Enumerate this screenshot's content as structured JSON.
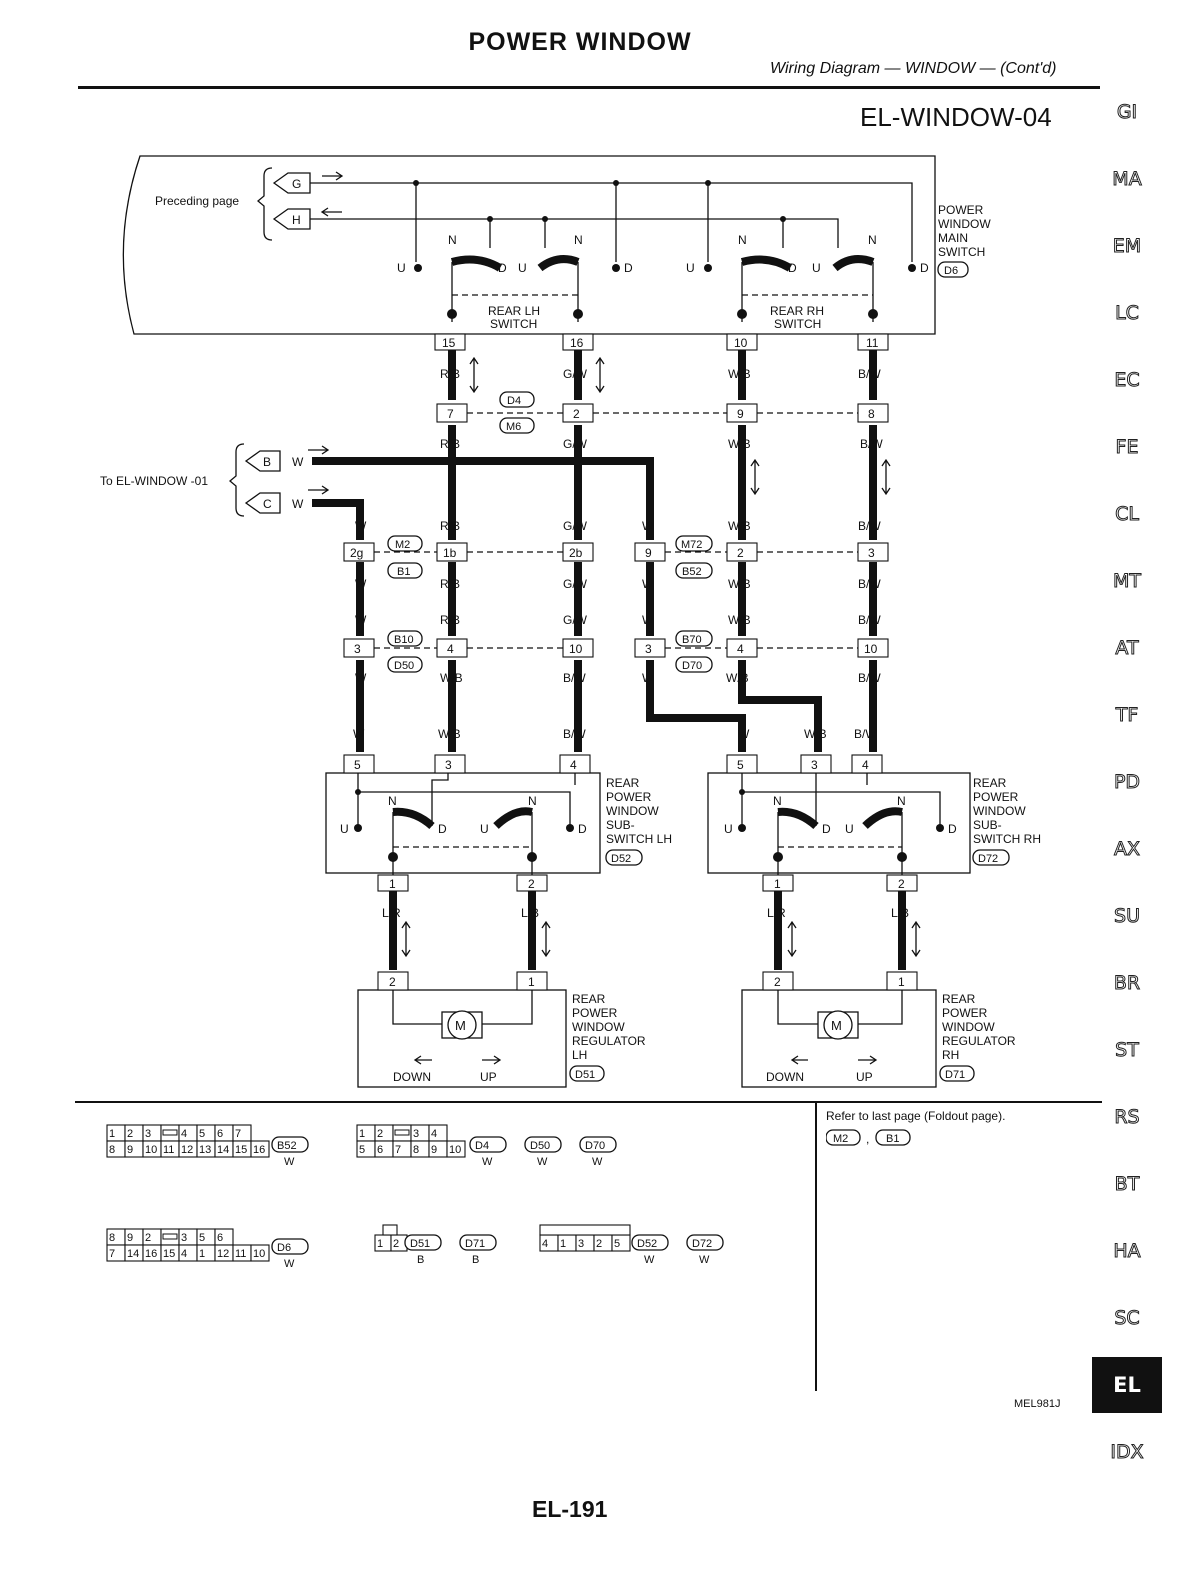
{
  "header": {
    "title": "POWER WINDOW",
    "subtitle": "Wiring Diagram — WINDOW — (Cont'd)",
    "diagram_id": "EL-WINDOW-04"
  },
  "sidebar": {
    "tabs": [
      "GI",
      "MA",
      "EM",
      "LC",
      "EC",
      "FE",
      "CL",
      "MT",
      "AT",
      "TF",
      "PD",
      "AX",
      "SU",
      "BR",
      "ST",
      "RS",
      "BT",
      "HA",
      "SC",
      "EL",
      "IDX"
    ],
    "active": "EL"
  },
  "diagram": {
    "preceding_page": "Preceding page",
    "to_ref": "To EL-WINDOW -01",
    "term_g": "G",
    "term_h": "H",
    "term_b": "B",
    "term_c": "C",
    "wire_w": "W",
    "main_switch": {
      "name_lines": [
        "POWER",
        "WINDOW",
        "MAIN",
        "SWITCH"
      ],
      "connector": "D6",
      "rear_lh": [
        "REAR LH",
        "SWITCH"
      ],
      "rear_rh": [
        "REAR RH",
        "SWITCH"
      ],
      "pins": [
        "15",
        "16",
        "10",
        "11"
      ]
    },
    "sw_letters": {
      "u": "U",
      "d": "D",
      "n": "N"
    },
    "row1": {
      "colors_top": [
        "R/B",
        "G/W",
        "W/B",
        "B/W"
      ],
      "pins": [
        "7",
        "2",
        "9",
        "8"
      ],
      "connectors": [
        "D4",
        "M6"
      ],
      "colors_bottom": [
        "R/B",
        "G/W",
        "W/B",
        "B/W"
      ]
    },
    "row2": {
      "colors_top": [
        "W",
        "R/B",
        "G/W",
        "W",
        "W/B",
        "B/W"
      ],
      "pins": [
        "2g",
        "1b",
        "2b",
        "9",
        "2",
        "3"
      ],
      "connectors_left": [
        "M2",
        "B1"
      ],
      "connectors_right": [
        "M72",
        "B52"
      ],
      "colors_bottom": [
        "W",
        "R/B",
        "G/W",
        "W",
        "W/B",
        "B/W"
      ]
    },
    "row3": {
      "colors_top": [
        "W",
        "R/B",
        "G/W",
        "W",
        "W/B",
        "B/W"
      ],
      "pins": [
        "3",
        "4",
        "10",
        "3",
        "4",
        "10"
      ],
      "connectors_left": [
        "B10",
        "D50"
      ],
      "connectors_right": [
        "B70",
        "D70"
      ],
      "colors_bottom": [
        "W",
        "W/B",
        "B/W",
        "W",
        "W/B",
        "B/W"
      ]
    },
    "sub_switch_lh": {
      "wire_colors": [
        "W",
        "W/B",
        "B/W"
      ],
      "pins_top": [
        "5",
        "3",
        "4"
      ],
      "name_lines": [
        "REAR",
        "POWER",
        "WINDOW",
        "SUB-",
        "SWITCH LH"
      ],
      "connector": "D52",
      "pins_bottom": [
        "1",
        "2"
      ],
      "out_colors": [
        "L/R",
        "L/B"
      ]
    },
    "sub_switch_rh": {
      "wire_colors": [
        "W",
        "W/B",
        "B/W"
      ],
      "pins_top": [
        "5",
        "3",
        "4"
      ],
      "name_lines": [
        "REAR",
        "POWER",
        "WINDOW",
        "SUB-",
        "SWITCH RH"
      ],
      "connector": "D72",
      "pins_bottom": [
        "1",
        "2"
      ],
      "out_colors": [
        "L/R",
        "L/B"
      ]
    },
    "regulator_lh": {
      "pins": [
        "2",
        "1"
      ],
      "motor": "M",
      "down": "DOWN",
      "up": "UP",
      "name_lines": [
        "REAR",
        "POWER",
        "WINDOW",
        "REGULATOR",
        "LH"
      ],
      "connector": "D51"
    },
    "regulator_rh": {
      "pins": [
        "2",
        "1"
      ],
      "motor": "M",
      "down": "DOWN",
      "up": "UP",
      "name_lines": [
        "REAR",
        "POWER",
        "WINDOW",
        "REGULATOR",
        "RH"
      ],
      "connector": "D71"
    }
  },
  "connectors_legend": {
    "b52": {
      "row1": [
        "1",
        "2",
        "3",
        "",
        "4",
        "5",
        "6",
        "7"
      ],
      "row2": [
        "8",
        "9",
        "10",
        "11",
        "12",
        "13",
        "14",
        "15",
        "16"
      ],
      "ids": [
        "B52"
      ],
      "colors": [
        "W"
      ]
    },
    "d4": {
      "row1": [
        "1",
        "2",
        "",
        "3",
        "4"
      ],
      "row2": [
        "5",
        "6",
        "7",
        "8",
        "9",
        "10"
      ],
      "ids": [
        "D4",
        "D50",
        "D70"
      ],
      "colors": [
        "W",
        "W",
        "W"
      ]
    },
    "d6": {
      "row1": [
        "8",
        "9",
        "2",
        "",
        "3",
        "5",
        "6"
      ],
      "row2": [
        "7",
        "14",
        "16",
        "15",
        "4",
        "1",
        "12",
        "11",
        "10"
      ],
      "ids": [
        "D6"
      ],
      "colors": [
        "W"
      ]
    },
    "d51": {
      "row1": [
        "1",
        "2"
      ],
      "ids": [
        "D51",
        "D71"
      ],
      "colors": [
        "B",
        "B"
      ]
    },
    "d52": {
      "row1": [
        "4",
        "1",
        "3",
        "2",
        "5"
      ],
      "ids": [
        "D52",
        "D72"
      ],
      "colors": [
        "W",
        "W"
      ]
    }
  },
  "footer": {
    "ref_note": "Refer to last page (Foldout page).",
    "ref_connectors": [
      "M2",
      "B1"
    ],
    "figure_code": "MEL981J",
    "page_number": "EL-191"
  }
}
